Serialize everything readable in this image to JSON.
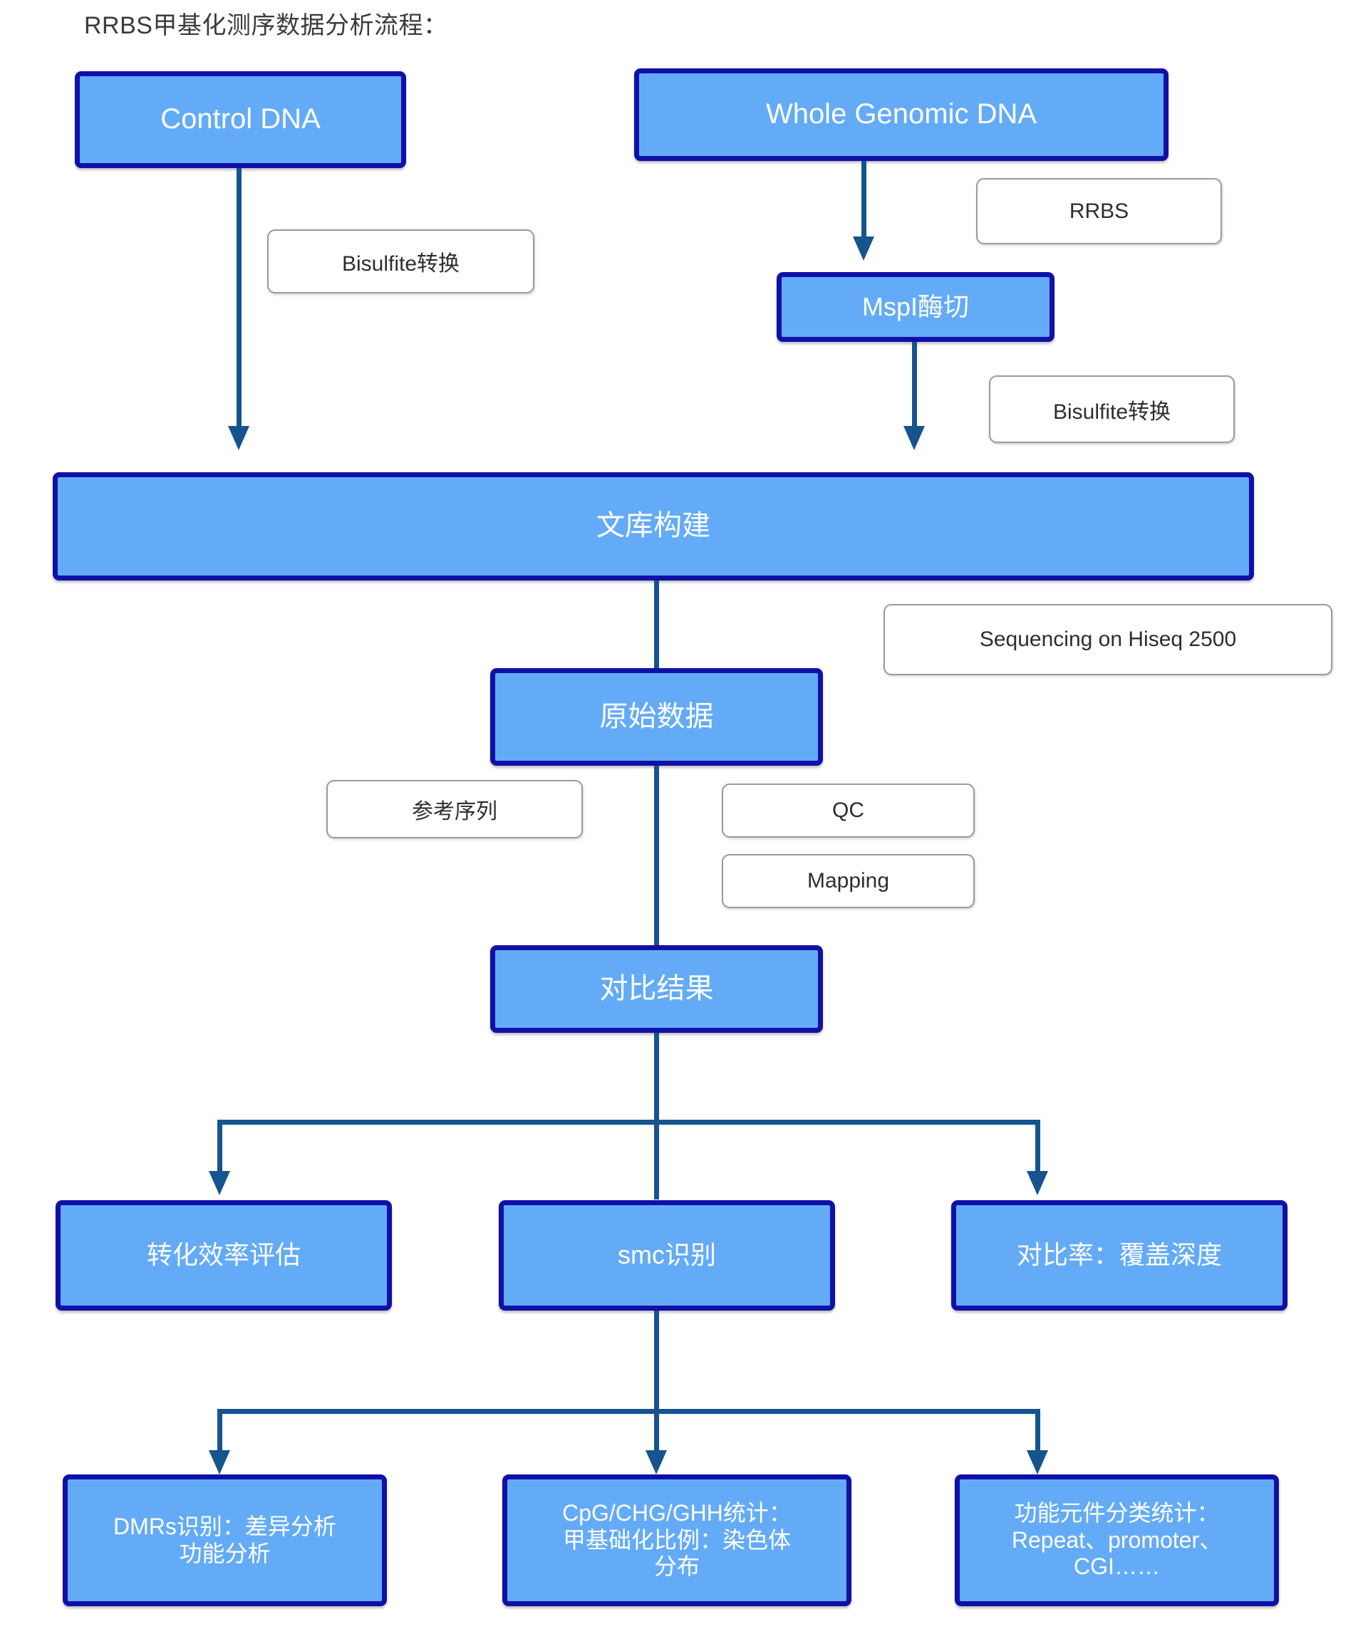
{
  "diagram": {
    "title": "RRBS甲基化测序数据分析流程：",
    "accent_box_fill": "#64ABF7",
    "accent_box_border": "#1010A8",
    "connector_color": "#15548F",
    "label_border": "#9a9a9a",
    "process_boxes": [
      {
        "id": "control-dna",
        "text": "Control DNA"
      },
      {
        "id": "whole-genomic-dna",
        "text": "Whole Genomic DNA"
      },
      {
        "id": "mspi-digestion",
        "text": "MspI酶切"
      },
      {
        "id": "library-construction",
        "text": "文库构建"
      },
      {
        "id": "raw-data",
        "text": "原始数据"
      },
      {
        "id": "alignment-result",
        "text": "对比结果"
      },
      {
        "id": "conversion-efficiency",
        "text": "转化效率评估"
      },
      {
        "id": "smc-identification",
        "text": "smc识别"
      },
      {
        "id": "mapping-rate-depth",
        "text": "对比率：覆盖深度"
      }
    ],
    "leaf_boxes": [
      {
        "id": "dmrs",
        "line1": "DMRs识别：差异分析",
        "line2": "功能分析",
        "line3": ""
      },
      {
        "id": "cpg-stats",
        "line1": "CpG/CHG/GHH统计：",
        "line2": "甲基础化比例：染色体",
        "line3": "分布"
      },
      {
        "id": "elements",
        "line1": "功能元件分类统计：",
        "line2": "Repeat、promoter、",
        "line3": "CGI……"
      }
    ],
    "labels": [
      {
        "id": "bisulfite-left",
        "text": "Bisulfite转换"
      },
      {
        "id": "rrbs",
        "text": "RRBS"
      },
      {
        "id": "bisulfite-right",
        "text": "Bisulfite转换"
      },
      {
        "id": "sequencing",
        "text": "Sequencing on Hiseq 2500"
      },
      {
        "id": "reference-seq",
        "text": "参考序列"
      },
      {
        "id": "qc",
        "text": "QC"
      },
      {
        "id": "mapping",
        "text": "Mapping"
      }
    ]
  }
}
